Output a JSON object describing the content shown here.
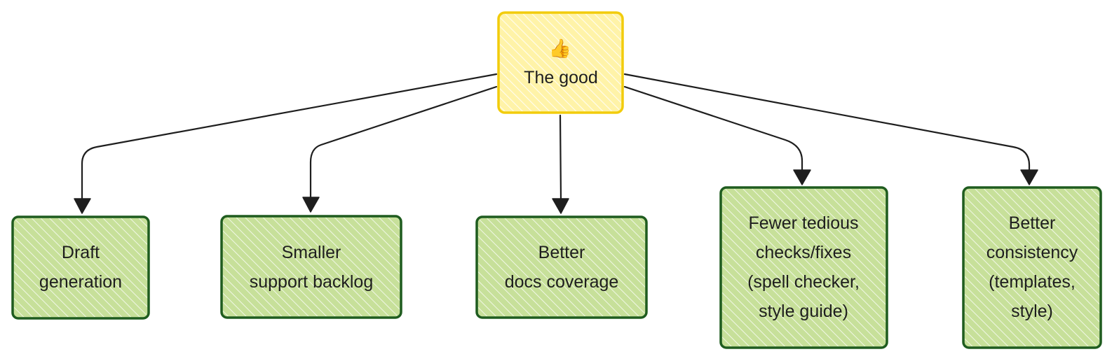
{
  "colors": {
    "root_fill": "#fff3a8",
    "root_stroke": "#f2cc0c",
    "root_hatch": "#ffffff",
    "child_fill": "#c7e09a",
    "child_stroke": "#1f5c1f",
    "child_hatch": "#ffffff",
    "edge": "#1e1e1e",
    "text": "#1e1e1e"
  },
  "root": {
    "icon": "thumbs-up-icon",
    "icon_glyph": "👍",
    "label": "The good"
  },
  "children": [
    {
      "lines": [
        "Draft",
        "generation"
      ]
    },
    {
      "lines": [
        "Smaller",
        "support backlog"
      ]
    },
    {
      "lines": [
        "Better",
        "docs coverage"
      ]
    },
    {
      "lines": [
        "Fewer tedious",
        "checks/fixes",
        "(spell checker,",
        "style guide)"
      ]
    },
    {
      "lines": [
        "Better",
        "consistency",
        "(templates,",
        "style)"
      ]
    }
  ]
}
